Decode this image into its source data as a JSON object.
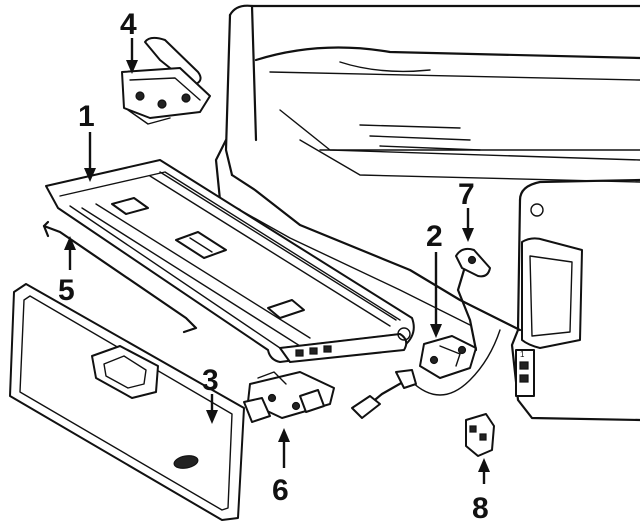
{
  "callouts": [
    {
      "label": "1",
      "part": "tailgate"
    },
    {
      "label": "2",
      "part": "hinge"
    },
    {
      "label": "3",
      "part": "trim panel"
    },
    {
      "label": "4",
      "part": "latch handle"
    },
    {
      "label": "5",
      "part": "support rod"
    },
    {
      "label": "6",
      "part": "latch"
    },
    {
      "label": "7",
      "part": "support cable"
    },
    {
      "label": "8",
      "part": "striker bracket"
    }
  ]
}
